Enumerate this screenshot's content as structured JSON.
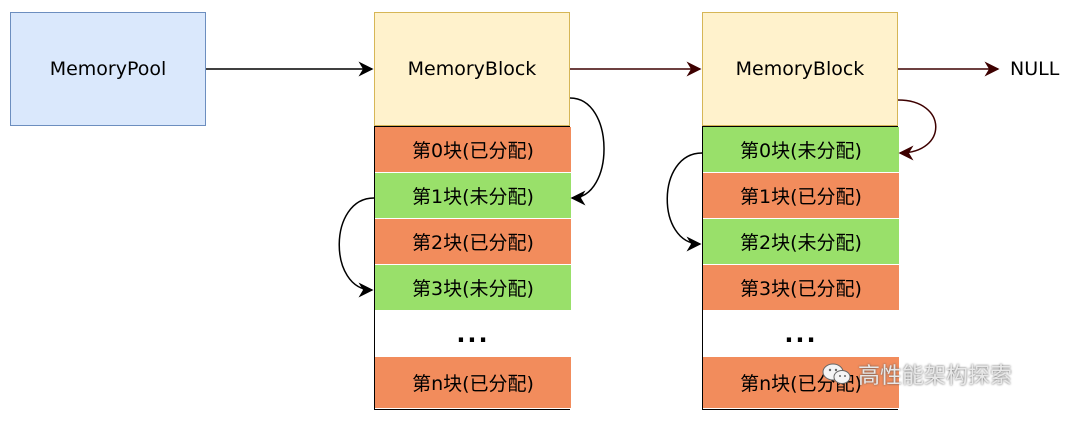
{
  "pool": {
    "label": "MemoryPool"
  },
  "blocks": [
    {
      "label": "MemoryBlock",
      "chunks": [
        "第0块(已分配)",
        "第1块(未分配)",
        "第2块(已分配)",
        "第3块(未分配)",
        "...",
        "第n块(已分配)"
      ]
    },
    {
      "label": "MemoryBlock",
      "chunks": [
        "第0块(未分配)",
        "第1块(已分配)",
        "第2块(未分配)",
        "第3块(已分配)",
        "...",
        "第n块(已分配)"
      ]
    }
  ],
  "terminator": "NULL",
  "watermark": "高性能架构探索",
  "colors": {
    "pool_fill": "#dae8fc",
    "block_fill": "#fff2cc",
    "allocated": "#f28c5c",
    "free": "#99e06a",
    "link_arrow": "#3d0000"
  }
}
